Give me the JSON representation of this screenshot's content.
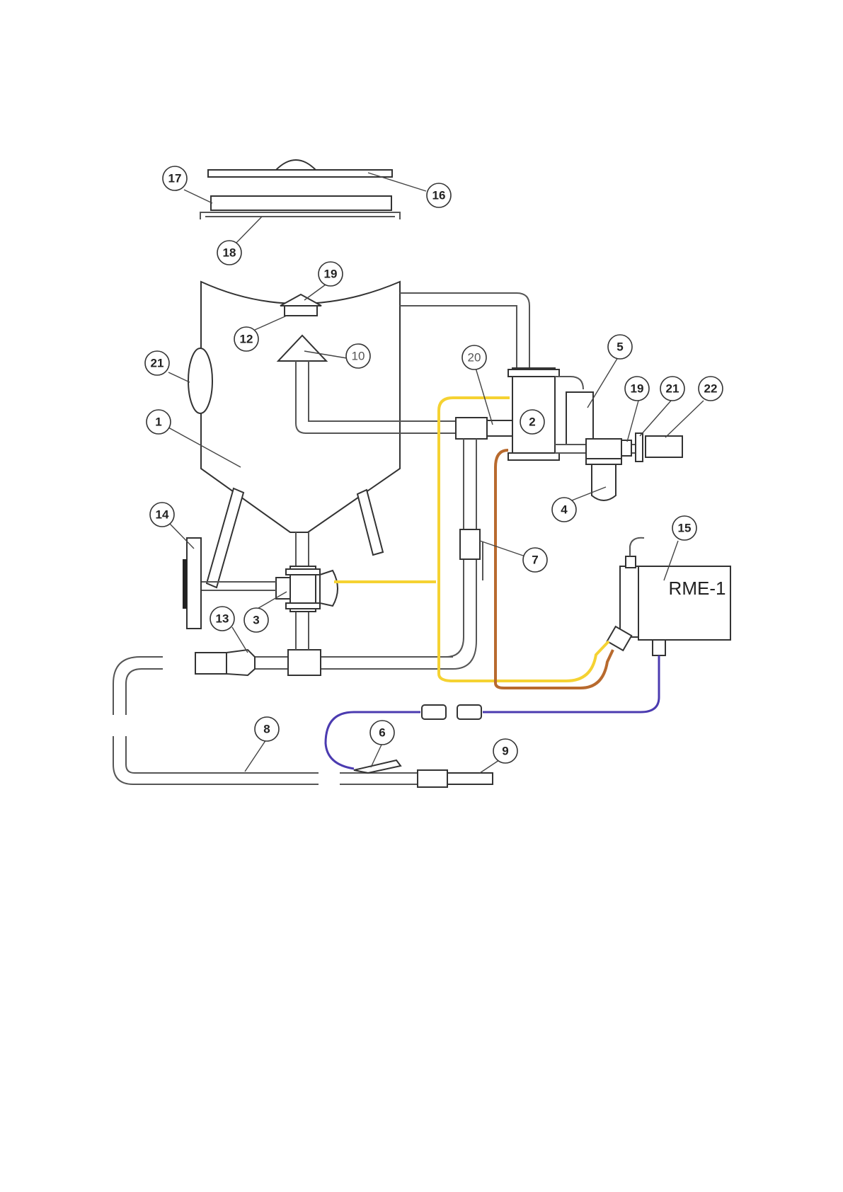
{
  "control_box_label": "RME-1",
  "colors": {
    "yellow_line": "#F5D232",
    "brown_line": "#B86A2E",
    "purple_line": "#4B3BB0",
    "pipe_outline": "#555555"
  },
  "callouts": [
    {
      "id": "1",
      "label": "1"
    },
    {
      "id": "2",
      "label": "2"
    },
    {
      "id": "3",
      "label": "3"
    },
    {
      "id": "4",
      "label": "4"
    },
    {
      "id": "5",
      "label": "5"
    },
    {
      "id": "6",
      "label": "6"
    },
    {
      "id": "7",
      "label": "7"
    },
    {
      "id": "8",
      "label": "8"
    },
    {
      "id": "9",
      "label": "9"
    },
    {
      "id": "10",
      "label": "10"
    },
    {
      "id": "12",
      "label": "12"
    },
    {
      "id": "13",
      "label": "13"
    },
    {
      "id": "14",
      "label": "14"
    },
    {
      "id": "15",
      "label": "15"
    },
    {
      "id": "16",
      "label": "16"
    },
    {
      "id": "17",
      "label": "17"
    },
    {
      "id": "18",
      "label": "18"
    },
    {
      "id": "19a",
      "label": "19"
    },
    {
      "id": "19b",
      "label": "19"
    },
    {
      "id": "20",
      "label": "20"
    },
    {
      "id": "21a",
      "label": "21"
    },
    {
      "id": "21b",
      "label": "21"
    },
    {
      "id": "22",
      "label": "22"
    }
  ]
}
